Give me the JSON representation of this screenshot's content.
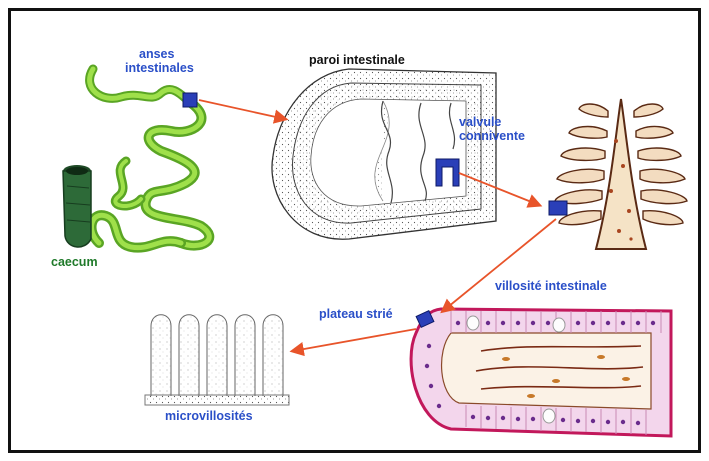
{
  "labels": {
    "anses_line1": "anses",
    "anses_line2": "intestinales",
    "caecum": "caecum",
    "paroi": "paroi intestinale",
    "valvule_line1": "valvule",
    "valvule_line2": "connivente",
    "villosite": "villosité intestinale",
    "plateau": "plateau strié",
    "microvillosites": "microvillosités"
  },
  "colors": {
    "label_blue": "#2a4fc8",
    "label_green": "#1f7a2a",
    "label_black": "#111111",
    "arrow": "#e8542a",
    "marker": "#2a3fb8",
    "intestine": "#7ecb2e",
    "caecum": "#2d6a38",
    "villus_border": "#c2185b",
    "cell_fill": "#f3d6ec",
    "nucleus": "#6a2c8c"
  }
}
